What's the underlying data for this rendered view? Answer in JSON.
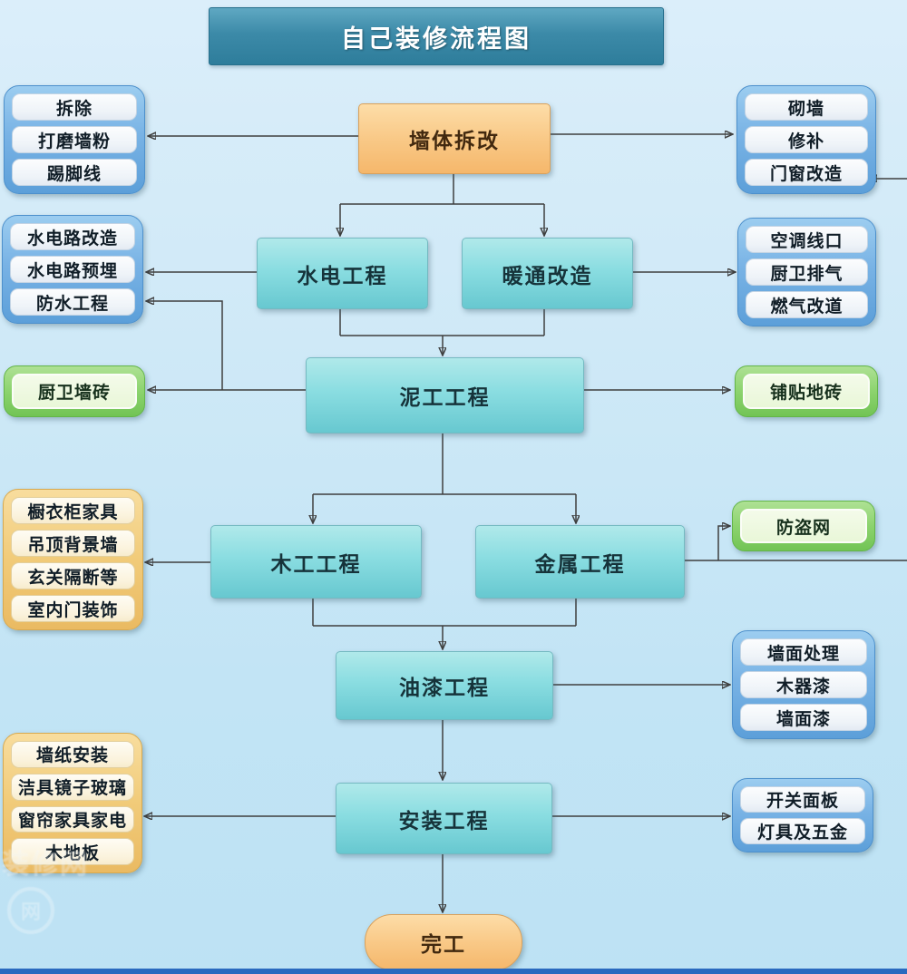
{
  "page": {
    "title": "自己装修流程图",
    "bottom_bar_color": "#2a6abf",
    "background_color": "#cfe9f7"
  },
  "nodes": {
    "wall_demolition": {
      "label": "墙体拆改"
    },
    "water_electric": {
      "label": "水电工程"
    },
    "hvac": {
      "label": "暖通改造"
    },
    "masonry": {
      "label": "泥工工程"
    },
    "carpentry": {
      "label": "木工工程"
    },
    "metal": {
      "label": "金属工程"
    },
    "painting": {
      "label": "油漆工程"
    },
    "installation": {
      "label": "安装工程"
    },
    "finish": {
      "label": "完工"
    }
  },
  "side_groups": {
    "demolition_detail": {
      "items": [
        "拆除",
        "打磨墙粉",
        "踢脚线"
      ]
    },
    "wall_build_detail": {
      "items": [
        "砌墙",
        "修补",
        "门窗改造"
      ]
    },
    "water_electric_detail": {
      "items": [
        "水电路改造",
        "水电路预埋",
        "防水工程"
      ]
    },
    "hvac_detail": {
      "items": [
        "空调线口",
        "厨卫排气",
        "燃气改道"
      ]
    },
    "kitchen_bath_tile": {
      "label": "厨卫墙砖"
    },
    "floor_tile": {
      "label": "铺贴地砖"
    },
    "carpentry_detail": {
      "items": [
        "橱衣柜家具",
        "吊顶背景墙",
        "玄关隔断等",
        "室内门装饰"
      ]
    },
    "security_net": {
      "label": "防盗网"
    },
    "painting_detail": {
      "items": [
        "墙面处理",
        "木器漆",
        "墙面漆"
      ]
    },
    "installation_left_detail": {
      "items": [
        "墙纸安装",
        "洁具镜子玻璃",
        "窗帘家具家电",
        "木地板"
      ]
    },
    "installation_right_detail": {
      "items": [
        "开关面板",
        "灯具及五金"
      ]
    }
  },
  "colors": {
    "teal_node_top": "#b0e9ea",
    "teal_node_bottom": "#67c8d0",
    "orange_node_top": "#fddda8",
    "orange_node_bottom": "#f5b76b",
    "blue_group_top": "#9ccdf0",
    "blue_group_bottom": "#5c9fd9",
    "green_group_top": "#aee194",
    "green_group_bottom": "#72c455",
    "orange_group_top": "#f8dd9e",
    "orange_group_bottom": "#eaba62",
    "title_top": "#5fa8c2",
    "title_bottom": "#2e7d9b",
    "connector": "#3f3f3f"
  },
  "watermark": {
    "text": "装修网",
    "circle_glyph": "网"
  }
}
